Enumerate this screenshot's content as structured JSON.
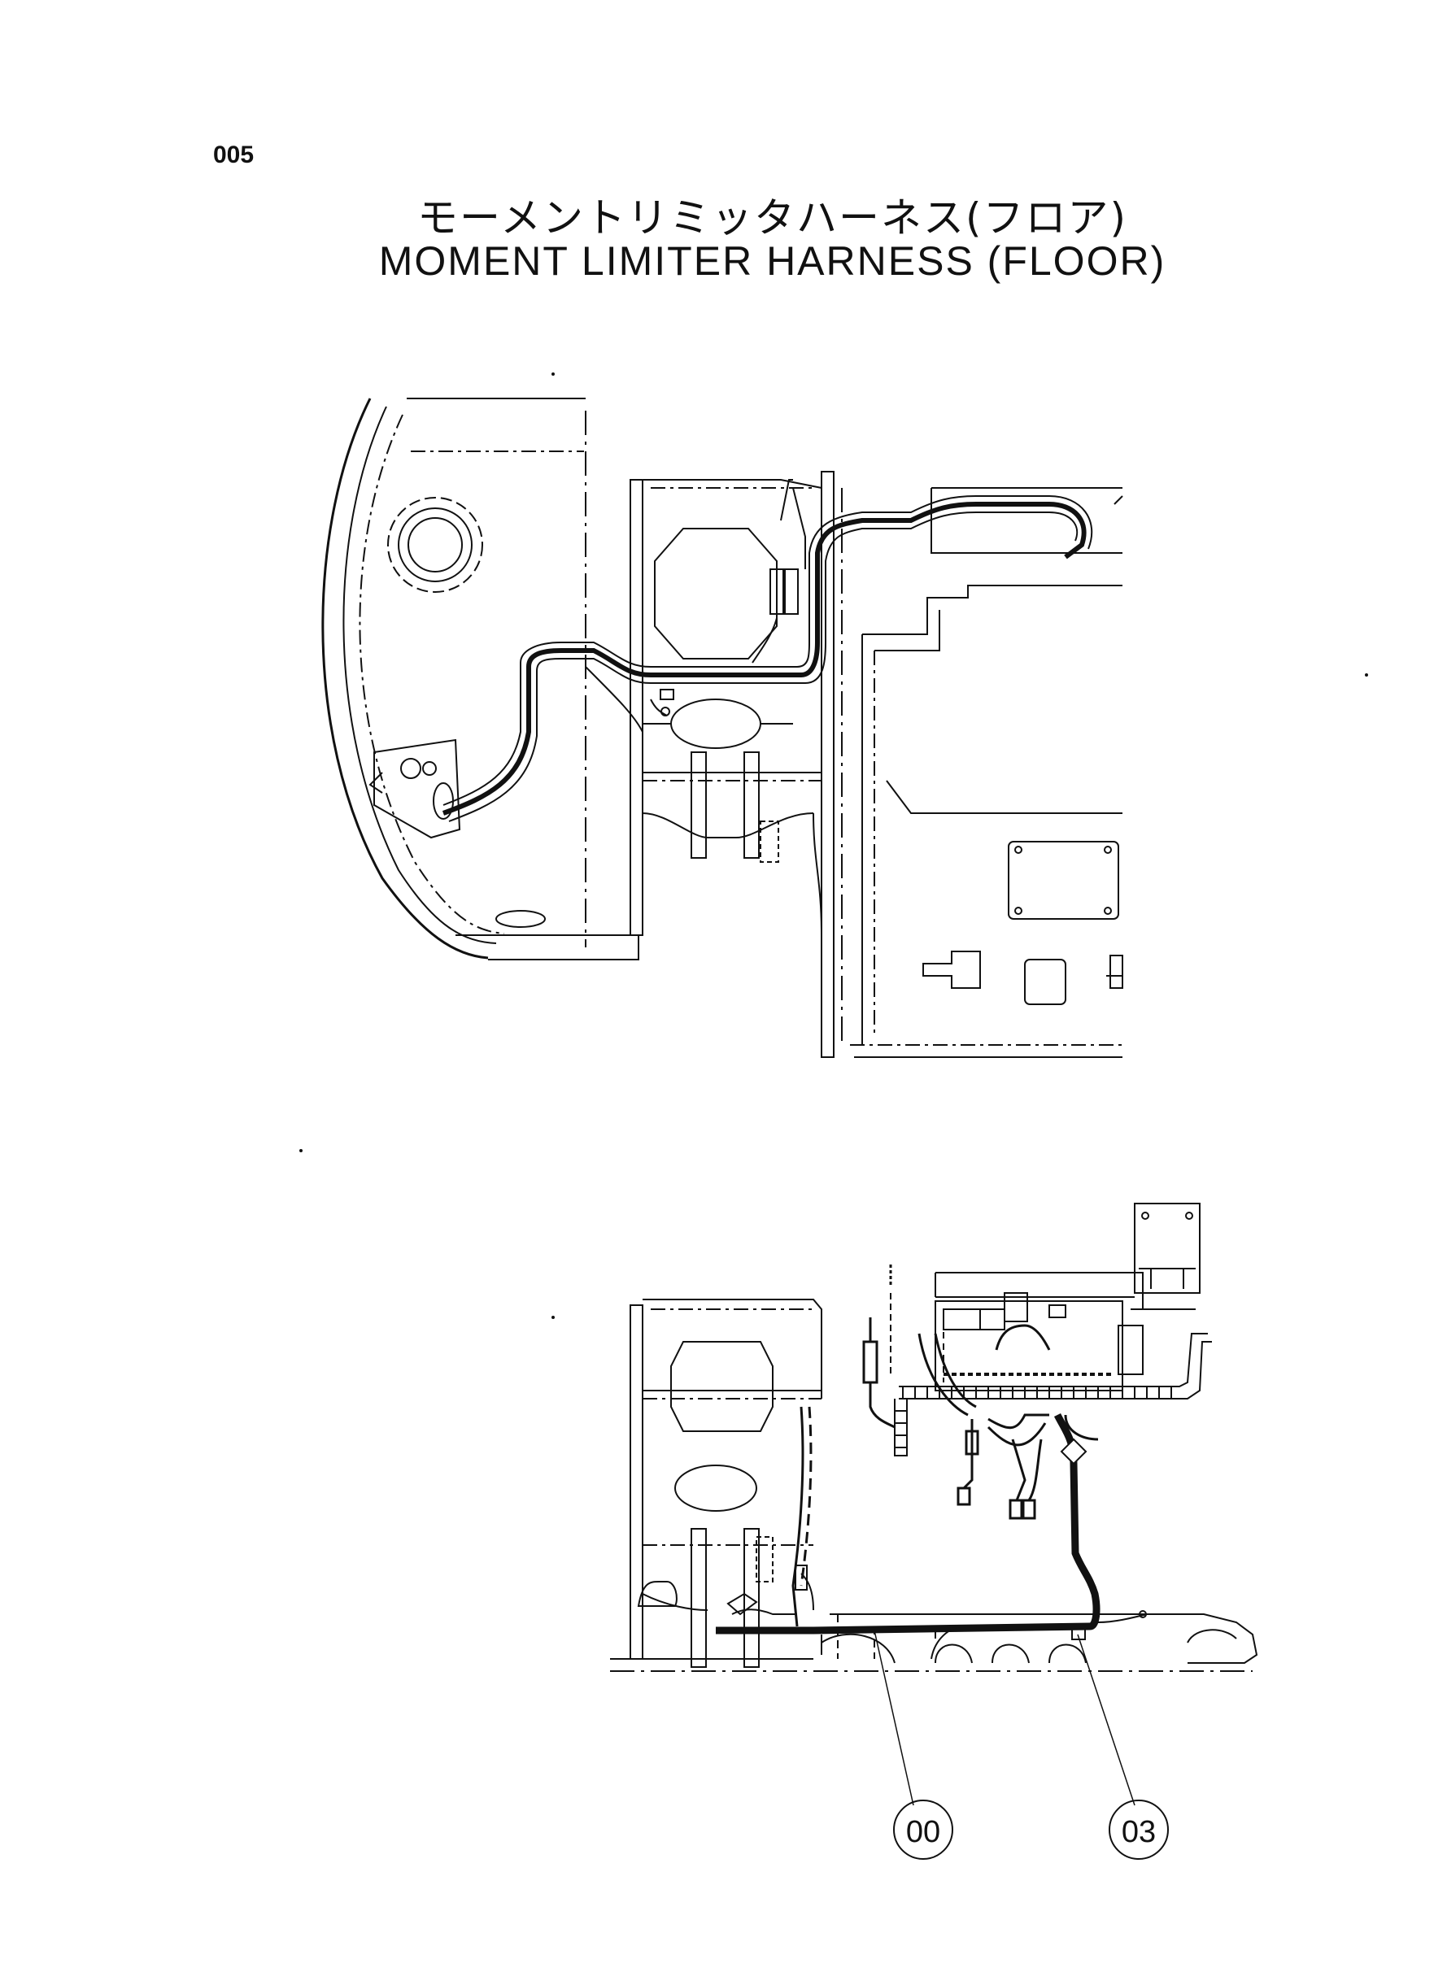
{
  "page": {
    "number": "005"
  },
  "title": {
    "japanese": "モーメントリミッタハーネス(フロア)",
    "english": "MOMENT  LIMITER  HARNESS  (FLOOR)"
  },
  "callouts": [
    {
      "id": "callout-00",
      "label": "00"
    },
    {
      "id": "callout-03",
      "label": "03"
    }
  ],
  "colors": {
    "line": "#111111",
    "background": "#ffffff"
  }
}
